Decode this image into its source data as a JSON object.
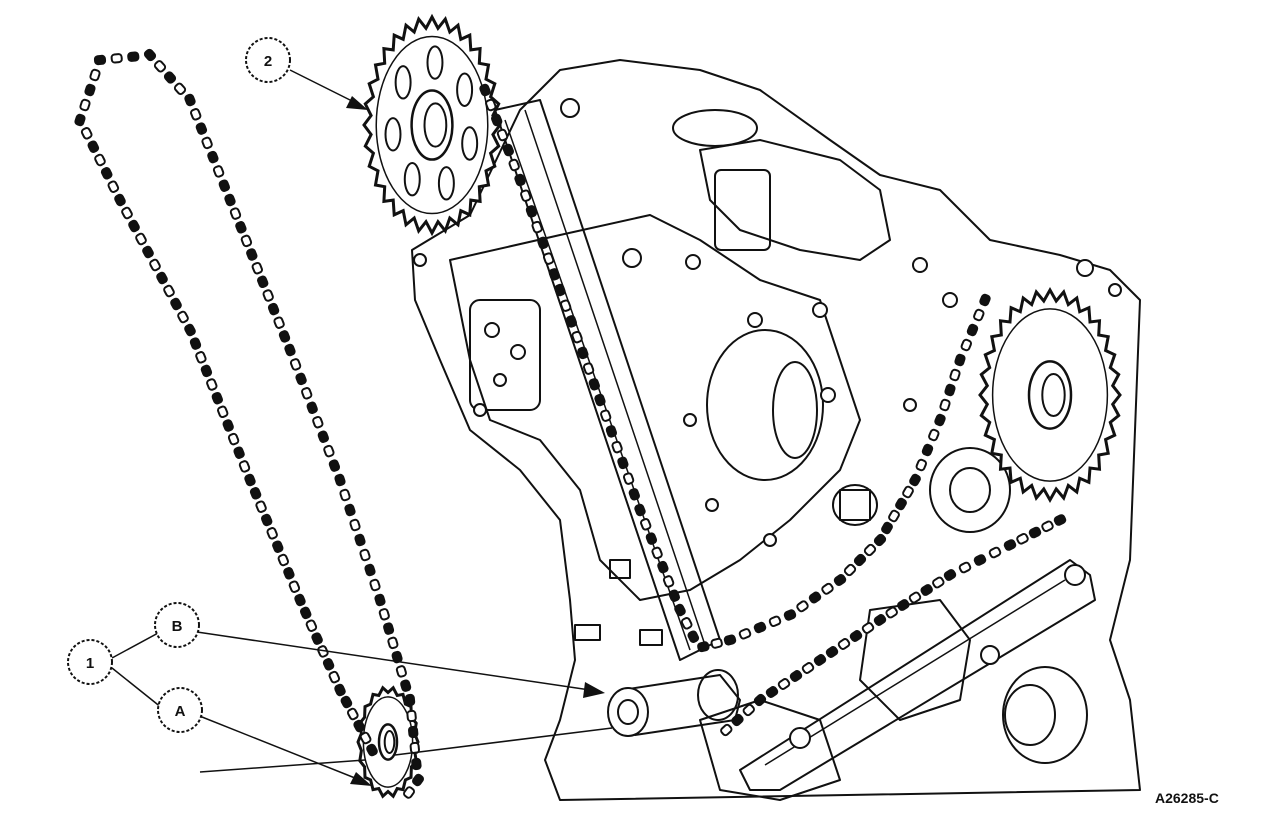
{
  "callouts": {
    "one": "1",
    "two": "2",
    "a": "A",
    "b": "B"
  },
  "reference_code": "A26285-C",
  "colors": {
    "ink": "#111111",
    "paper": "#ffffff"
  }
}
